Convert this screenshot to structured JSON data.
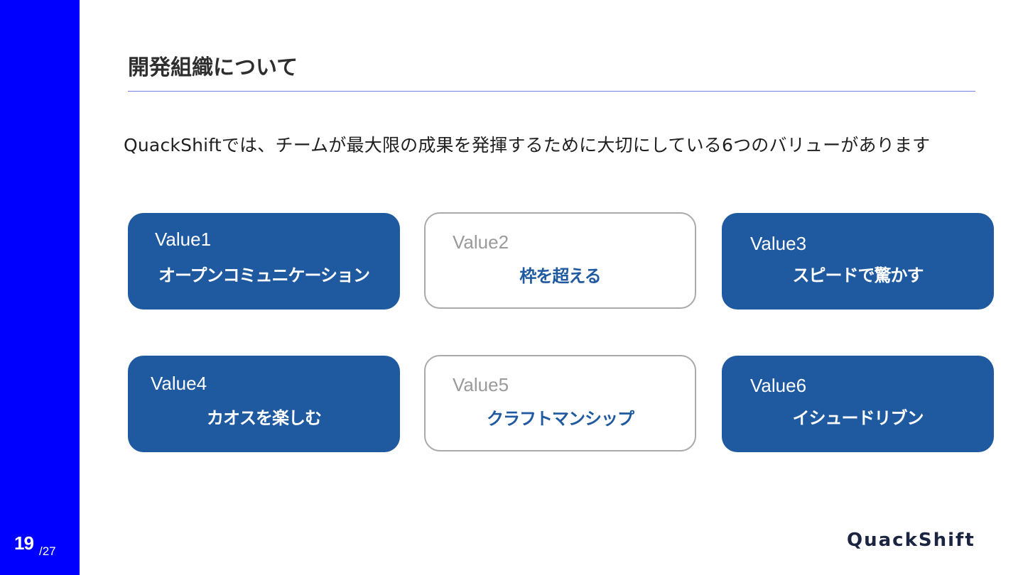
{
  "slide": {
    "title": "開発組織について",
    "lead": "QuackShiftでは、チームが最大限の成果を発揮するために大切にしている6つのバリューがあります",
    "page_current": "19",
    "page_total": "/27",
    "logo_text": "QuackShift"
  },
  "values": [
    {
      "label": "Value1",
      "name": "オープンコミュニケーション",
      "style": "filled"
    },
    {
      "label": "Value2",
      "name": "枠を超える",
      "style": "outline"
    },
    {
      "label": "Value3",
      "name": "スピードで驚かす",
      "style": "filled"
    },
    {
      "label": "Value4",
      "name": "カオスを楽しむ",
      "style": "filled"
    },
    {
      "label": "Value5",
      "name": "クラフトマンシップ",
      "style": "outline"
    },
    {
      "label": "Value6",
      "name": "イシュードリブン",
      "style": "filled"
    }
  ],
  "colors": {
    "sidebar": "#0000ff",
    "card_fill": "#1f5aa0",
    "card_border": "#aaaaaa",
    "rule": "#6f7fe6",
    "logo": "#1b2440"
  }
}
